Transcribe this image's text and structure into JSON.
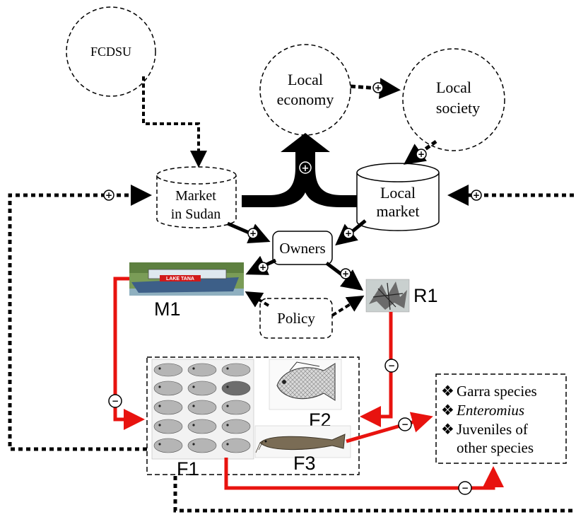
{
  "nodes": {
    "fcdsu": "FCDSU",
    "local_economy": [
      "Local",
      "economy"
    ],
    "local_society": [
      "Local",
      "society"
    ],
    "market_sudan": [
      "Market",
      "in Sudan"
    ],
    "local_market": [
      "Local",
      "market"
    ],
    "owners": "Owners",
    "policy": "Policy",
    "m1": "M1",
    "r1": "R1",
    "f1": "F1",
    "f2": "F2",
    "f3": "F3",
    "boat_text": "LAKE TANA"
  },
  "bycatch_list": {
    "bullet": "❖",
    "items": [
      "Garra species",
      "Enteromius",
      "Juveniles of",
      "other species"
    ]
  },
  "signs": {
    "plus": "+",
    "minus": "−"
  },
  "colors": {
    "negative_link": "#e8130f",
    "positive_link": "#000000"
  }
}
